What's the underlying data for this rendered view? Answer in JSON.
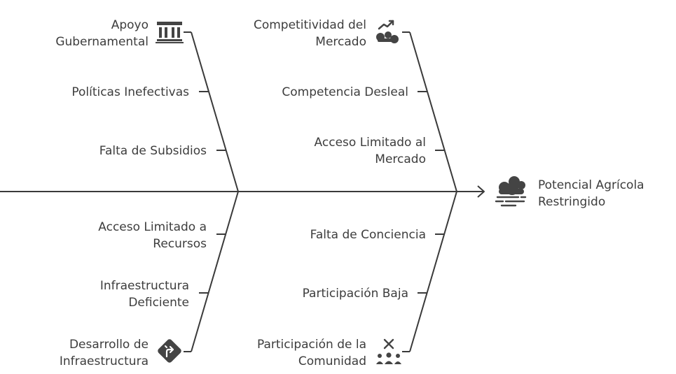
{
  "effect": {
    "line1": "Potencial Agrícola",
    "line2": "Restringido",
    "icon": "storm-cloud-icon"
  },
  "categories": {
    "gov": {
      "line1": "Apoyo",
      "line2": "Gubernamental",
      "icon": "government-building-icon"
    },
    "market": {
      "line1": "Competitividad del",
      "line2": "Mercado",
      "icon": "market-trend-icon"
    },
    "infra": {
      "line1": "Desarrollo de",
      "line2": "Infraestructura",
      "icon": "road-sign-icon"
    },
    "community": {
      "line1": "Participación de la",
      "line2": "Comunidad",
      "icon": "community-people-icon"
    }
  },
  "causes": {
    "gov_1": "Políticas Inefectivas",
    "gov_2": "Falta de Subsidios",
    "market_1": "Competencia Desleal",
    "market_2_line1": "Acceso Limitado al",
    "market_2_line2": "Mercado",
    "infra_1_line1": "Acceso Limitado a",
    "infra_1_line2": "Recursos",
    "infra_2_line1": "Infraestructura",
    "infra_2_line2": "Deficiente",
    "community_1": "Falta de Conciencia",
    "community_2": "Participación Baja"
  },
  "colors": {
    "line": "#3a3a3a",
    "icon": "#444444"
  }
}
